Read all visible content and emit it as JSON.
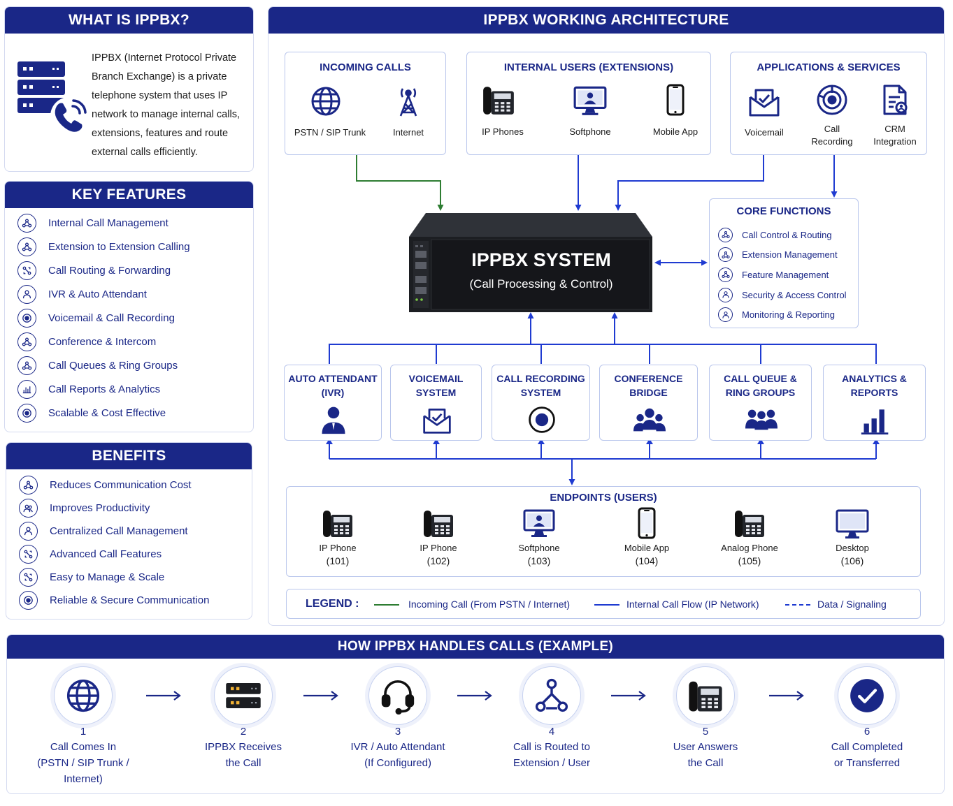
{
  "what": {
    "title": "WHAT IS IPPBX?",
    "lines": [
      "IPPBX (Internet Protocol Private",
      "Branch Exchange) is a private",
      "telephone system that uses IP",
      "network to manage internal calls,",
      "extensions, features and route",
      "external calls efficiently."
    ]
  },
  "features": {
    "title": "KEY FEATURES",
    "items": [
      {
        "label": "Internal Call Management",
        "icon": "network-icon"
      },
      {
        "label": "Extension  to Extension Calling",
        "icon": "network-icon"
      },
      {
        "label": "Call Routing & Forwarding",
        "icon": "routing-icon"
      },
      {
        "label": "IVR & Auto Attendant",
        "icon": "user-icon"
      },
      {
        "label": "Voicemail & Call Recording",
        "icon": "record-icon"
      },
      {
        "label": "Conference & Intercom",
        "icon": "network-icon"
      },
      {
        "label": "Call Queues & Ring Groups",
        "icon": "network-icon"
      },
      {
        "label": "Call Reports & Analytics",
        "icon": "analytics-icon"
      },
      {
        "label": "Scalable & Cost Effective",
        "icon": "record-icon"
      }
    ]
  },
  "benefits": {
    "title": "BENEFITS",
    "items": [
      {
        "label": "Reduces Communication Cost",
        "icon": "network-icon"
      },
      {
        "label": "Improves Productivity",
        "icon": "users-icon"
      },
      {
        "label": "Centralized Call Management",
        "icon": "user-icon"
      },
      {
        "label": "Advanced Call Features",
        "icon": "routing-icon"
      },
      {
        "label": "Easy to Manage & Scale",
        "icon": "routing-icon"
      },
      {
        "label": "Reliable & Secure Communication",
        "icon": "record-icon"
      }
    ]
  },
  "architecture": {
    "title": "IPPBX WORKING ARCHITECTURE",
    "incoming": {
      "title": "INCOMING CALLS",
      "items": [
        {
          "label": "PSTN / SIP Trunk",
          "icon": "globe-icon"
        },
        {
          "label": "Internet",
          "icon": "tower-icon"
        }
      ]
    },
    "internal": {
      "title": "INTERNAL USERS (EXTENSIONS)",
      "items": [
        {
          "label": "IP Phones",
          "icon": "ip-phone-icon"
        },
        {
          "label": "Softphone",
          "icon": "monitor-user-icon"
        },
        {
          "label": "Mobile App",
          "icon": "mobile-icon"
        }
      ]
    },
    "apps": {
      "title": "APPLICATIONS & SERVICES",
      "items": [
        {
          "label": "Voicemail",
          "label2": "",
          "icon": "voicemail-icon"
        },
        {
          "label": "Call",
          "label2": "Recording",
          "icon": "target-icon"
        },
        {
          "label": "CRM",
          "label2": "Integration",
          "icon": "crm-doc-icon"
        }
      ]
    },
    "system": {
      "title": "IPPBX SYSTEM",
      "subtitle": "(Call Processing & Control)"
    },
    "core": {
      "title": "CORE FUNCTIONS",
      "items": [
        "Call Control & Routing",
        "Extension Management",
        "Feature Management",
        "Security & Access Control",
        "Monitoring & Reporting"
      ]
    },
    "modules": [
      {
        "line1": "AUTO ATTENDANT",
        "line2": "(IVR)",
        "icon": "person-icon"
      },
      {
        "line1": "VOICEMAIL",
        "line2": "SYSTEM",
        "icon": "voicemail-icon"
      },
      {
        "line1": "CALL RECORDING",
        "line2": "SYSTEM",
        "icon": "record-icon"
      },
      {
        "line1": "CONFERENCE",
        "line2": "BRIDGE",
        "icon": "group-icon"
      },
      {
        "line1": "CALL QUEUE &",
        "line2": "RING GROUPS",
        "icon": "queue-icon"
      },
      {
        "line1": "ANALYTICS &",
        "line2": "REPORTS",
        "icon": "bar-chart-icon"
      }
    ],
    "endpoints": {
      "title": "ENDPOINTS (USERS)",
      "items": [
        {
          "label": "IP Phone",
          "ext": "(101)",
          "icon": "ip-phone-icon"
        },
        {
          "label": "IP Phone",
          "ext": "(102)",
          "icon": "ip-phone-icon"
        },
        {
          "label": "Softphone",
          "ext": "(103)",
          "icon": "monitor-user-icon"
        },
        {
          "label": "Mobile App",
          "ext": "(104)",
          "icon": "mobile-icon"
        },
        {
          "label": "Analog Phone",
          "ext": "(105)",
          "icon": "ip-phone-icon"
        },
        {
          "label": "Desktop",
          "ext": "(106)",
          "icon": "desktop-icon"
        }
      ]
    },
    "legend": {
      "title": "LEGEND :",
      "items": [
        {
          "label": "Incoming Call (From PSTN / Internet)",
          "style": "solid",
          "color": "#2e7d32"
        },
        {
          "label": "Internal Call Flow (IP Network)",
          "style": "solid",
          "color": "#1f3bd1"
        },
        {
          "label": "Data / Signaling",
          "style": "dashed",
          "color": "#1f3bd1"
        }
      ]
    }
  },
  "how": {
    "title": "HOW IPPBX HANDLES CALLS (EXAMPLE)",
    "steps": [
      {
        "num": "1",
        "lines": [
          "Call Comes In",
          "(PSTN / SIP Trunk /",
          "Internet)"
        ],
        "icon": "globe-icon"
      },
      {
        "num": "2",
        "lines": [
          "IPPBX Receives",
          "the Call"
        ],
        "icon": "server-icon"
      },
      {
        "num": "3",
        "lines": [
          "IVR / Auto Attendant",
          "(If Configured)"
        ],
        "icon": "headset-icon"
      },
      {
        "num": "4",
        "lines": [
          "Call is Routed to",
          "Extension / User"
        ],
        "icon": "routing-icon"
      },
      {
        "num": "5",
        "lines": [
          "User Answers",
          "the Call"
        ],
        "icon": "ip-phone-icon"
      },
      {
        "num": "6",
        "lines": [
          "Call Completed",
          "or Transferred"
        ],
        "icon": "check-icon"
      }
    ]
  },
  "colors": {
    "navy": "#1a2787",
    "green": "#2e7d32",
    "blue": "#1f3bd1",
    "border": "#b9c6ec"
  }
}
